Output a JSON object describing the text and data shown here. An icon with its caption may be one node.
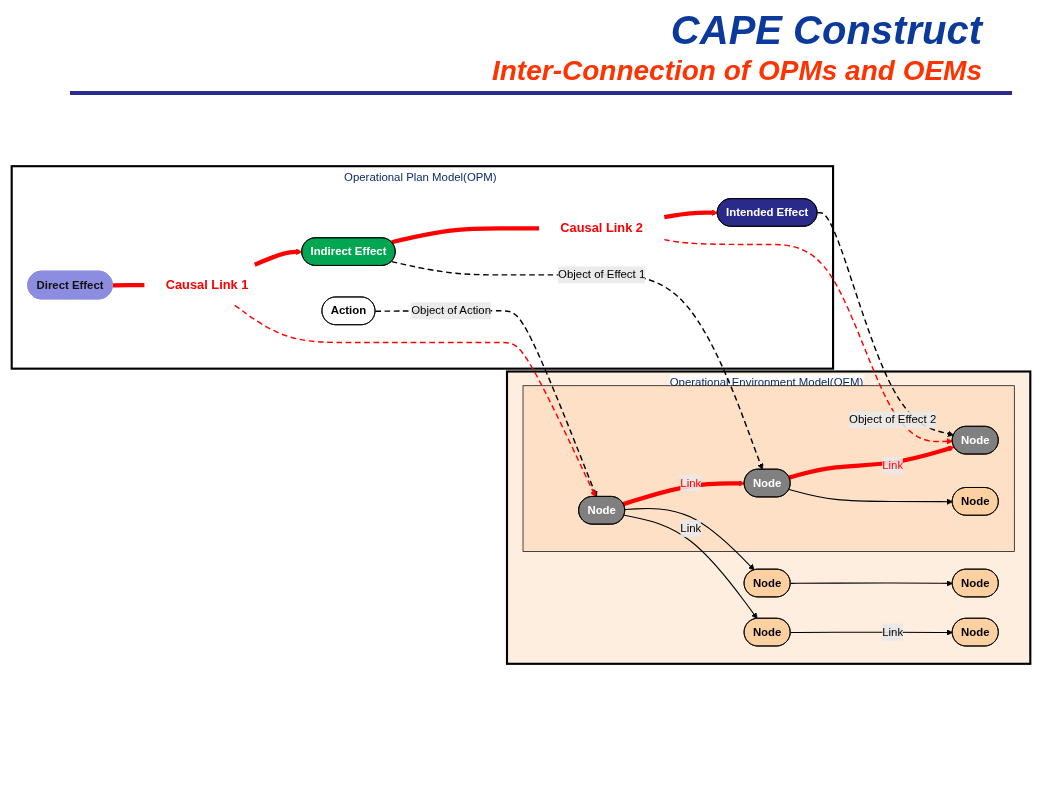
{
  "diagram": {
    "title": "CAPE Construct",
    "nodes": [
      {
        "text": [
          "Operational Plan Model(OPM)"
        ]
      },
      {
        "text": [
          "Indirect Effect"
        ],
        "in": 0
      },
      {
        "text": [
          "Causal Link 2"
        ],
        "in": 0
      },
      {
        "text": [
          "Intended Effect"
        ],
        "in": 0
      },
      {
        "text": [
          "Causal Link 1"
        ],
        "in": 0
      },
      {
        "text": [
          "Direct Effect"
        ],
        "in": 0
      },
      {
        "text": [
          "Action"
        ],
        "in": 0
      },
      {
        "text": [
          "Operational Environment Model(OEM)"
        ]
      },
      {
        "text": [],
        "shape": "band",
        "in": 7
      },
      {
        "text": [
          "Node"
        ],
        "in": 8
      },
      {
        "text": [
          "Node"
        ],
        "in": 7
      },
      {
        "text": [
          "Node"
        ],
        "in": 8
      },
      {
        "text": [
          "Node"
        ],
        "in": 7
      },
      {
        "text": [
          "Node"
        ],
        "in": 7
      },
      {
        "text": [
          "Node"
        ],
        "in": 8
      },
      {
        "text": [
          "Node"
        ],
        "in": 8
      },
      {
        "text": [
          "Node"
        ],
        "in": 7
      }
    ],
    "edges": [
      {
        "from": 5,
        "to": 4,
        "arrow": "none",
        "style": "thick",
        "color": "#ff0000"
      },
      {
        "from": 4,
        "to": 1,
        "arrow": "to",
        "style": "thick",
        "color": "#ff0000"
      },
      {
        "from": 1,
        "to": 2,
        "arrow": "none",
        "style": "thick",
        "color": "#ff0000"
      },
      {
        "from": 2,
        "to": 3,
        "arrow": "to",
        "style": "thick",
        "color": "#ff0000"
      },
      {
        "from": 6,
        "to": 9,
        "arrow": "to",
        "label": "Object of Action",
        "style": "dashed",
        "color": "#000000"
      },
      {
        "from": 1,
        "to": 11,
        "arrow": "to",
        "label": "Object of Effect 1",
        "style": "dashed",
        "color": "#000000"
      },
      {
        "from": 3,
        "to": 14,
        "arrow": "to",
        "label": "Object of Effect 2",
        "style": "dashed",
        "color": "#000000"
      },
      {
        "from": 4,
        "to": 9,
        "arrow": "to",
        "style": "dashed",
        "color": "#ff0000"
      },
      {
        "from": 2,
        "to": 14,
        "arrow": "to",
        "style": "dashed",
        "color": "#ff0000"
      },
      {
        "from": 9,
        "to": 10,
        "arrow": "to",
        "color": "#000000"
      },
      {
        "from": 9,
        "to": 11,
        "arrow": "to",
        "label": "Link",
        "style": "thick",
        "color": "#ff0000"
      },
      {
        "from": 9,
        "to": 12,
        "arrow": "to",
        "label": "Link",
        "color": "#000000"
      },
      {
        "from": 10,
        "to": 13,
        "arrow": "to",
        "color": "#000000"
      },
      {
        "from": 11,
        "to": 14,
        "arrow": "to",
        "label": "Link",
        "style": "thick",
        "color": "#ff0000"
      },
      {
        "from": 11,
        "to": 15,
        "arrow": "to",
        "color": "#000000"
      },
      {
        "from": 12,
        "to": 16,
        "arrow": "to",
        "label": "Link",
        "color": "#000000"
      }
    ],
    "labels": [
      "Inter-Connection of OPMs and OEMs"
    ]
  }
}
